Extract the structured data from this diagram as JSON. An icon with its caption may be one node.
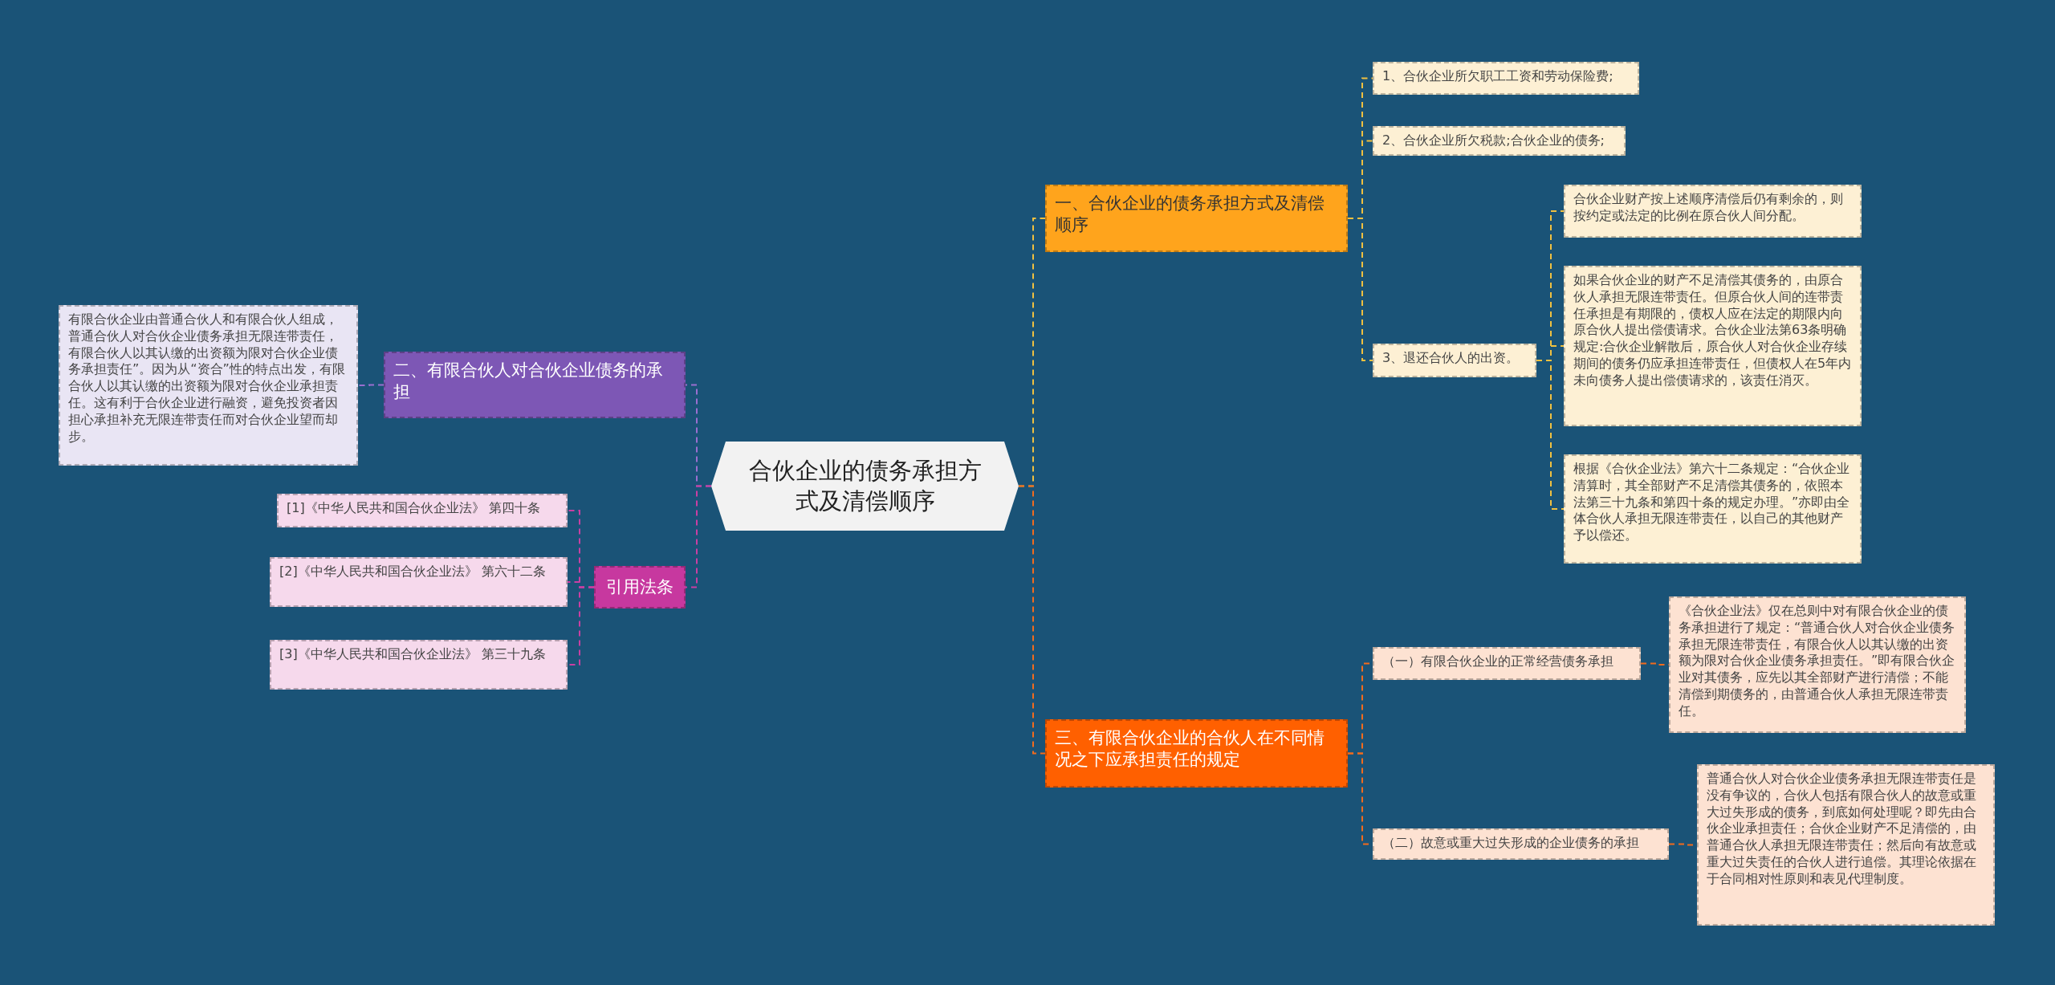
{
  "diagram": {
    "nodes": [
      {
        "text": [
          "合伙企业的债务承担方式及清偿顺序"
        ]
      },
      {
        "text": [
          "一、合伙企业的债务承担方式及清偿顺序"
        ]
      },
      {
        "text": [
          "1、合伙企业所欠职工工资和劳动保险费;"
        ]
      },
      {
        "text": [
          "2、合伙企业所欠税款;合伙企业的债务;"
        ]
      },
      {
        "text": [
          "3、退还合伙人的出资。"
        ]
      },
      {
        "text": [
          "合伙企业财产按上述顺序清偿后仍有剩余的，则按约定或法定的比例在原合伙人间分配。"
        ]
      },
      {
        "text": [
          "如果合伙企业的财产不足清偿其债务的，由原合伙人承担无限连带责任。但原合伙人间的连带责任承担是有期限的，债权人应在法定的期限内向原合伙人提出偿债请求。合伙企业法第63条明确规定:合伙企业解散后，原合伙人对合伙企业存续期间的债务仍应承担连带责任，但债权人在5年内未向债务人提出偿债请求的，该责任消灭。"
        ]
      },
      {
        "text": [
          "根据《合伙企业法》第六十二条规定：“合伙企业清算时，其全部财产不足清偿其债务的，依照本法第三十九条和第四十条的规定办理。”亦即由全体合伙人承担无限连带责任，以自己的其他财产予以偿还。"
        ]
      },
      {
        "text": [
          "三、有限合伙企业的合伙人在不同情况之下应承担责任的规定"
        ]
      },
      {
        "text": [
          "（一）有限合伙企业的正常经营债务承担"
        ]
      },
      {
        "text": [
          "《合伙企业法》仅在总则中对有限合伙企业的债务承担进行了规定：“普通合伙人对合伙企业债务承担无限连带责任，有限合伙人以其认缴的出资额为限对合伙企业债务承担责任。”即有限合伙企业对其债务，应先以其全部财产进行清偿；不能清偿到期债务的，由普通合伙人承担无限连带责任。"
        ]
      },
      {
        "text": [
          "（二）故意或重大过失形成的企业债务的承担"
        ]
      },
      {
        "text": [
          "普通合伙人对合伙企业债务承担无限连带责任是没有争议的，合伙人包括有限合伙人的故意或重大过失形成的债务，到底如何处理呢？即先由合伙企业承担责任；合伙企业财产不足清偿的，由普通合伙人承担无限连带责任；然后向有故意或重大过失责任的合伙人进行追偿。其理论依据在于合同相对性原则和表见代理制度。"
        ]
      },
      {
        "text": [
          "二、有限合伙人对合伙企业债务的承担"
        ]
      },
      {
        "text": [
          "有限合伙企业由普通合伙人和有限合伙人组成，普通合伙人对合伙企业债务承担无限连带责任，有限合伙人以其认缴的出资额为限对合伙企业债务承担责任”。因为从“资合”性的特点出发，有限合伙人以其认缴的出资额为限对合伙企业承担责任。这有利于合伙企业进行融资，避免投资者因担心承担补充无限连带责任而对合伙企业望而却步。"
        ]
      },
      {
        "text": [
          "引用法条"
        ]
      },
      {
        "text": [
          "[1]《中华人民共和国合伙企业法》 第四十条"
        ]
      },
      {
        "text": [
          "[2]《中华人民共和国合伙企业法》 第六十二条"
        ]
      },
      {
        "text": [
          "[3]《中华人民共和国合伙企业法》 第三十九条"
        ]
      }
    ],
    "edges": [
      {
        "from": 0,
        "to": 1,
        "arrow": "none"
      },
      {
        "from": 1,
        "to": 2,
        "arrow": "none"
      },
      {
        "from": 1,
        "to": 3,
        "arrow": "none"
      },
      {
        "from": 1,
        "to": 4,
        "arrow": "none"
      },
      {
        "from": 4,
        "to": 5,
        "arrow": "none"
      },
      {
        "from": 4,
        "to": 6,
        "arrow": "none"
      },
      {
        "from": 4,
        "to": 7,
        "arrow": "none"
      },
      {
        "from": 0,
        "to": 8,
        "arrow": "none",
        "color": "#f26b1d"
      },
      {
        "from": 8,
        "to": 9,
        "arrow": "none",
        "color": "#f26b1d"
      },
      {
        "from": 9,
        "to": 10,
        "arrow": "none",
        "color": "#f26b1d"
      },
      {
        "from": 8,
        "to": 11,
        "arrow": "none",
        "color": "#f26b1d"
      },
      {
        "from": 11,
        "to": 12,
        "arrow": "none",
        "color": "#f26b1d"
      },
      {
        "from": 0,
        "to": 13,
        "arrow": "none",
        "color": "#9a6fd0"
      },
      {
        "from": 13,
        "to": 14,
        "arrow": "none",
        "color": "#9a6fd0"
      },
      {
        "from": 0,
        "to": 15,
        "arrow": "none",
        "color": "#c93fa3"
      },
      {
        "from": 15,
        "to": 16,
        "arrow": "none",
        "color": "#c93fa3"
      },
      {
        "from": 15,
        "to": 17,
        "arrow": "none",
        "color": "#c93fa3"
      },
      {
        "from": 15,
        "to": 18,
        "arrow": "none",
        "color": "#c93fa3"
      }
    ]
  }
}
